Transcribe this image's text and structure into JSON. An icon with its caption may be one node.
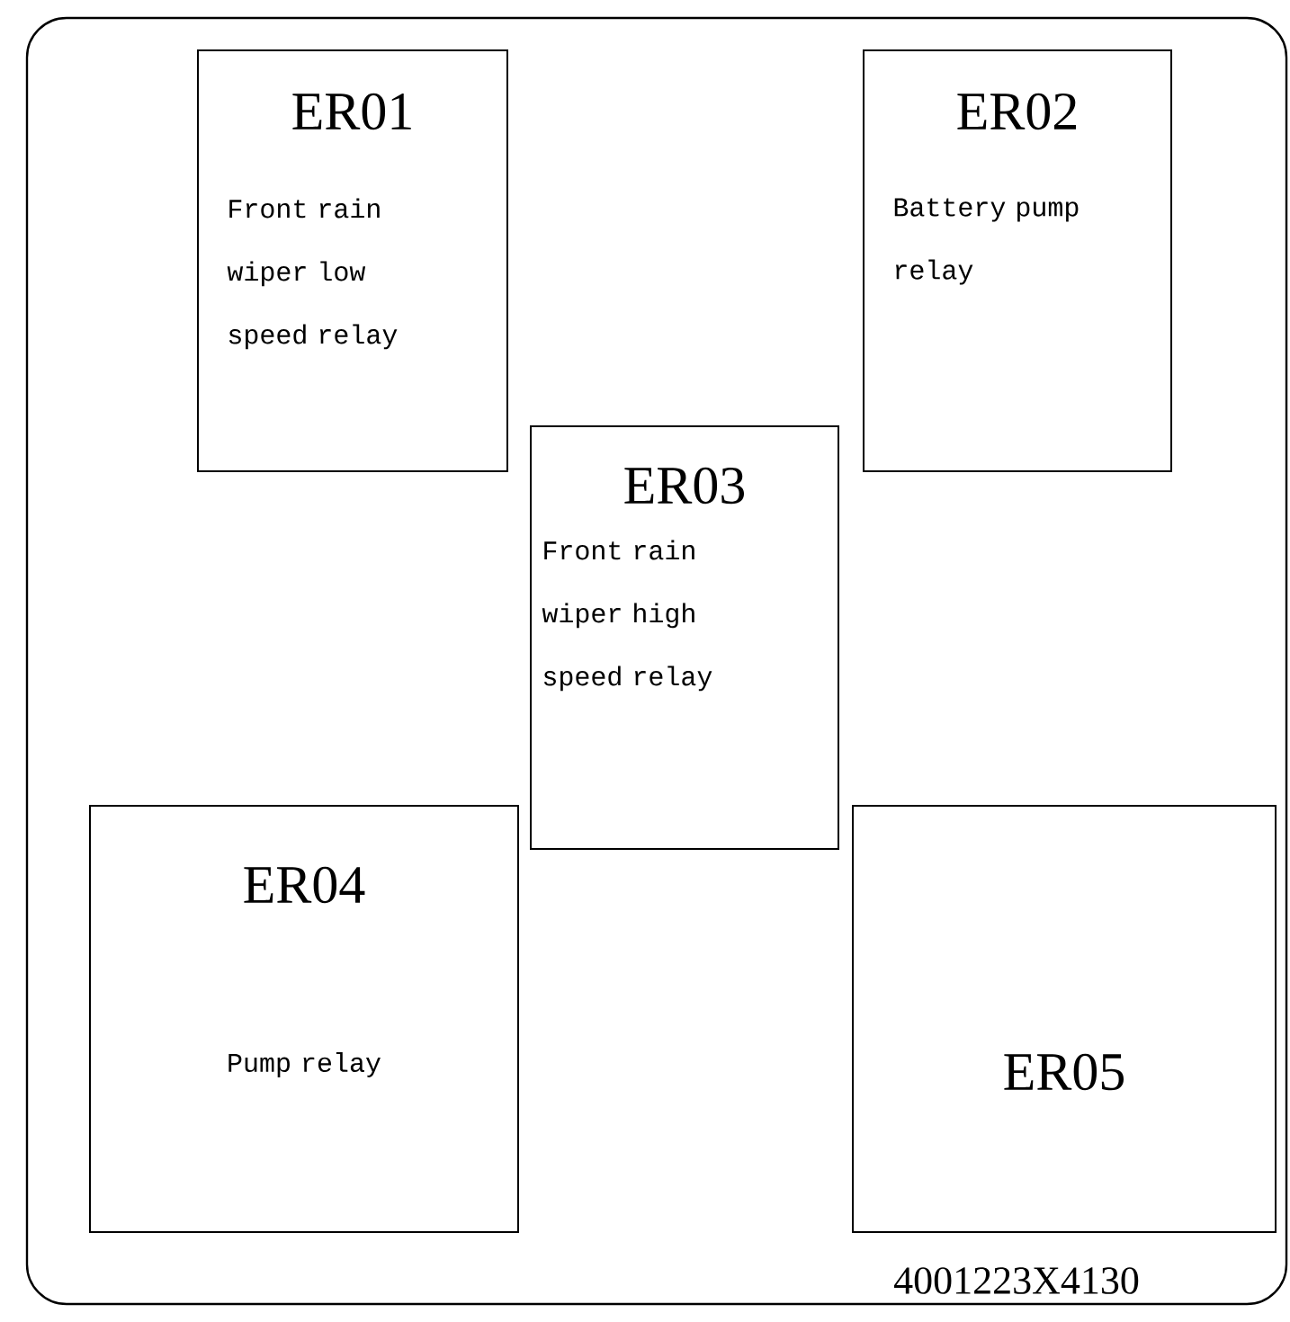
{
  "diagram": {
    "nodes": [
      {
        "text": [],
        "shape": "box"
      },
      {
        "text": [
          "ER01",
          "Front rain wiper low speed relay"
        ],
        "in": 0
      },
      {
        "text": [
          "ER02",
          "Battery pump relay"
        ],
        "in": 0
      },
      {
        "text": [
          "ER03",
          "Front rain wiper high speed relay"
        ],
        "in": 0
      },
      {
        "text": [
          "ER04",
          "Pump relay"
        ],
        "in": 0
      },
      {
        "text": [
          "ER05"
        ],
        "in": 0
      }
    ],
    "labels": [
      "4001223X4130"
    ]
  }
}
